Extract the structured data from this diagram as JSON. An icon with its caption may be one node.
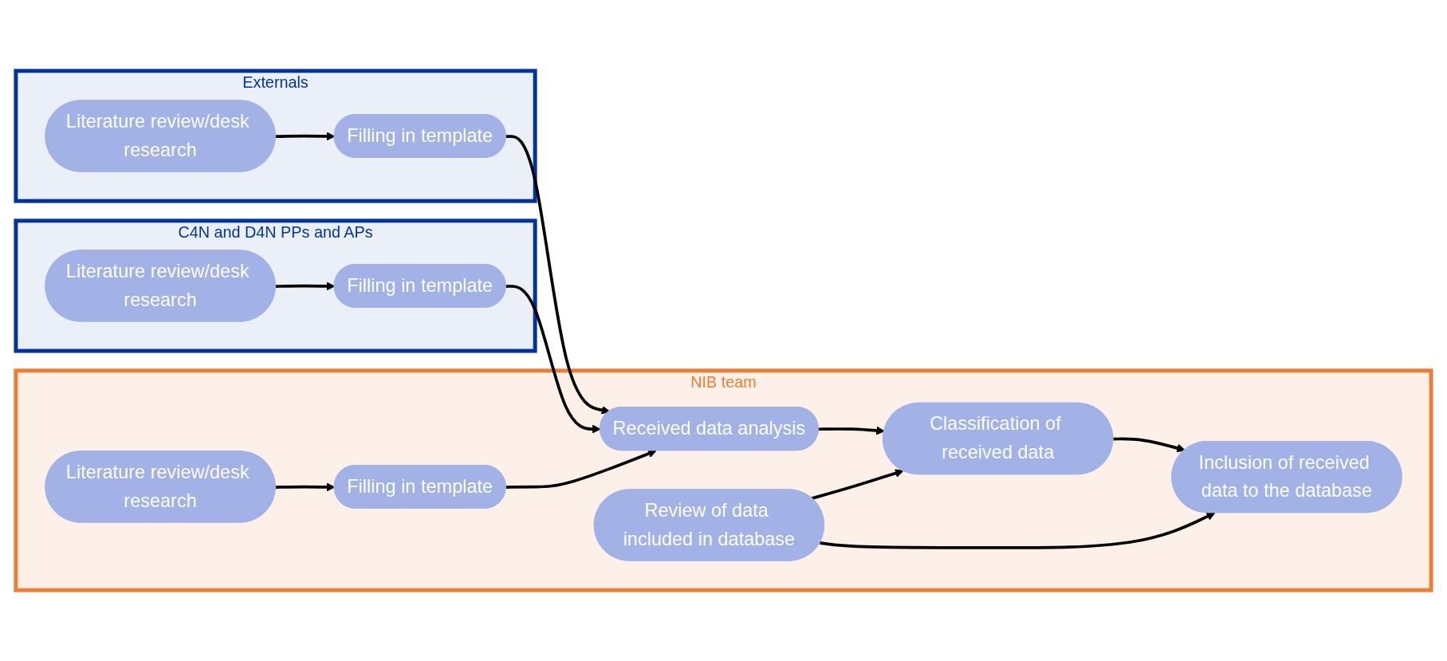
{
  "diagram": {
    "nodes": [
      {
        "text": [
          "Externals"
        ]
      },
      {
        "text": [
          "Literature review/desk research"
        ],
        "in": 0
      },
      {
        "text": [
          "Filling in template"
        ],
        "in": 0
      },
      {
        "text": [
          "C4N and D4N PPs and APs"
        ]
      },
      {
        "text": [
          "Literature review/desk research"
        ],
        "in": 3
      },
      {
        "text": [
          "Filling in template"
        ],
        "in": 3
      },
      {
        "text": [
          "NIB team"
        ]
      },
      {
        "text": [
          "Literature review/desk research"
        ],
        "in": 6
      },
      {
        "text": [
          "Filling in template"
        ],
        "in": 6
      },
      {
        "text": [
          "Received data analysis"
        ],
        "in": 6
      },
      {
        "text": [
          "Classification of received data"
        ],
        "in": 6
      },
      {
        "text": [
          "Inclusion of received data to the database"
        ],
        "in": 6
      },
      {
        "text": [
          "Review of data included in database"
        ],
        "in": 6
      }
    ],
    "edges": [
      {
        "from": 1,
        "to": 2,
        "arrow": "to"
      },
      {
        "from": 2,
        "to": 9,
        "arrow": "to"
      },
      {
        "from": 4,
        "to": 5,
        "arrow": "to"
      },
      {
        "from": 5,
        "to": 9,
        "arrow": "to"
      },
      {
        "from": 7,
        "to": 8,
        "arrow": "to"
      },
      {
        "from": 8,
        "to": 9,
        "arrow": "to"
      },
      {
        "from": 9,
        "to": 10,
        "arrow": "to"
      },
      {
        "from": 10,
        "to": 11,
        "arrow": "to"
      },
      {
        "from": 12,
        "to": 10,
        "arrow": "to"
      },
      {
        "from": 12,
        "to": 11,
        "arrow": "to"
      }
    ]
  }
}
